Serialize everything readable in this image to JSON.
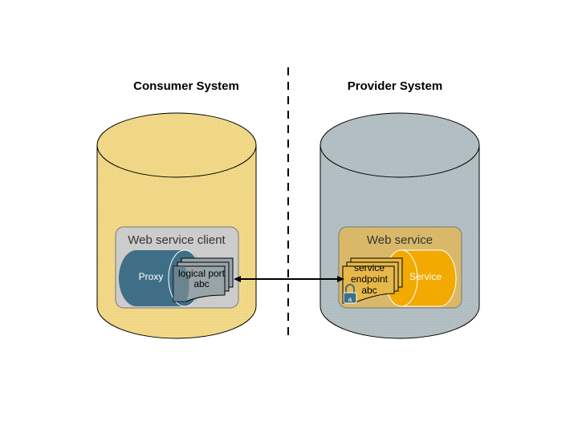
{
  "consumer": {
    "title": "Consumer System",
    "box_label": "Web service client",
    "proxy_label": "Proxy",
    "port_line1": "logical port",
    "port_line2": "abc",
    "colors": {
      "cylinder": "#f5dc8c",
      "box": "#c8c8c8",
      "proxy": "#3f6f86"
    }
  },
  "provider": {
    "title": "Provider System",
    "box_label": "Web service",
    "service_label": "Service",
    "endpoint_line1": "service",
    "endpoint_line2": "endpoint",
    "endpoint_line3": "abc",
    "lock_label": "a",
    "colors": {
      "cylinder": "#b4c0c4",
      "box": "#d9b969",
      "service": "#f2a900"
    }
  },
  "connector": {
    "type": "bidirectional-arrow"
  },
  "divider": {
    "style": "dashed"
  }
}
